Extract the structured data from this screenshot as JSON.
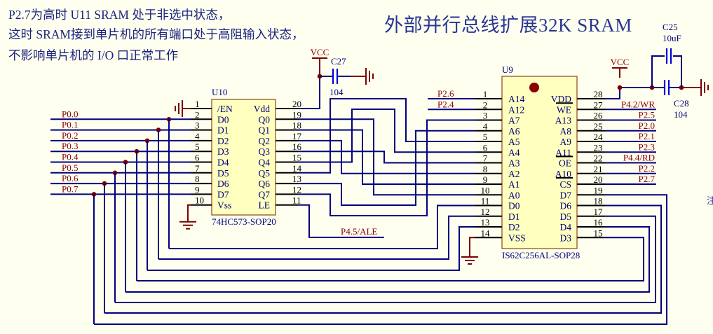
{
  "notes": [
    "P2.7为高时 U11 SRAM 处于非选中状态，",
    "这时 SRAM接到单片机的所有端口处于高阻输入状态，",
    "不影响单片机的 I/O 口正常工作"
  ],
  "title": "外部并行总线扩展32K SRAM",
  "edge_char": "注",
  "colors": {
    "background": "#fffff0",
    "wire": "#000080",
    "net_label": "#8b0000",
    "chip_fill": "#ffffc0",
    "chip_border": "#8b4513",
    "capacitor": "#0000dd",
    "power_symbol": "#7b0000"
  },
  "u10": {
    "ref": "U10",
    "part": "74HC573-SOP20",
    "left_pins": [
      {
        "num": "1",
        "name": "/EN"
      },
      {
        "num": "2",
        "name": "D0"
      },
      {
        "num": "3",
        "name": "D1"
      },
      {
        "num": "4",
        "name": "D2"
      },
      {
        "num": "5",
        "name": "D3"
      },
      {
        "num": "6",
        "name": "D4"
      },
      {
        "num": "7",
        "name": "D5"
      },
      {
        "num": "8",
        "name": "D6"
      },
      {
        "num": "9",
        "name": "D7"
      },
      {
        "num": "10",
        "name": "Vss"
      }
    ],
    "right_pins": [
      {
        "num": "20",
        "name": "Vdd"
      },
      {
        "num": "19",
        "name": "Q0"
      },
      {
        "num": "18",
        "name": "Q1"
      },
      {
        "num": "17",
        "name": "Q2"
      },
      {
        "num": "16",
        "name": "Q3"
      },
      {
        "num": "15",
        "name": "Q4"
      },
      {
        "num": "14",
        "name": "Q5"
      },
      {
        "num": "13",
        "name": "Q6"
      },
      {
        "num": "12",
        "name": "Q7"
      },
      {
        "num": "11",
        "name": "LE"
      }
    ]
  },
  "u9": {
    "ref": "U9",
    "part": "IS62C256AL-SOP28",
    "left_pins": [
      {
        "num": "1",
        "name": "A14"
      },
      {
        "num": "2",
        "name": "A12"
      },
      {
        "num": "3",
        "name": "A7"
      },
      {
        "num": "4",
        "name": "A6"
      },
      {
        "num": "5",
        "name": "A5"
      },
      {
        "num": "6",
        "name": "A4"
      },
      {
        "num": "7",
        "name": "A3"
      },
      {
        "num": "8",
        "name": "A2"
      },
      {
        "num": "9",
        "name": "A1"
      },
      {
        "num": "10",
        "name": "A0"
      },
      {
        "num": "11",
        "name": "D0"
      },
      {
        "num": "12",
        "name": "D1"
      },
      {
        "num": "13",
        "name": "D2"
      },
      {
        "num": "14",
        "name": "VSS"
      }
    ],
    "right_pins": [
      {
        "num": "28",
        "name": "VDD",
        "overline": false
      },
      {
        "num": "27",
        "name": "WE",
        "overline": true
      },
      {
        "num": "26",
        "name": "A13",
        "overline": false
      },
      {
        "num": "25",
        "name": "A8",
        "overline": false
      },
      {
        "num": "24",
        "name": "A9",
        "overline": false
      },
      {
        "num": "23",
        "name": "A11",
        "overline": false
      },
      {
        "num": "22",
        "name": "OE",
        "overline": true
      },
      {
        "num": "21",
        "name": "A10",
        "overline": false
      },
      {
        "num": "20",
        "name": "CS",
        "overline": true
      },
      {
        "num": "19",
        "name": "D7",
        "overline": false
      },
      {
        "num": "18",
        "name": "D6",
        "overline": false
      },
      {
        "num": "17",
        "name": "D5",
        "overline": false
      },
      {
        "num": "16",
        "name": "D4",
        "overline": false
      },
      {
        "num": "15",
        "name": "D3",
        "overline": false
      }
    ],
    "right_nets": [
      "",
      "P4.2/WR",
      "P2.5",
      "P2.0",
      "P2.1",
      "P2.3",
      "P4.4/RD",
      "P2.2",
      "P2.7",
      "",
      "",
      "",
      "",
      ""
    ],
    "left_nets": [
      "P2.6",
      "P2.4"
    ]
  },
  "p0_nets": [
    "P0.0",
    "P0.1",
    "P0.2",
    "P0.3",
    "P0.4",
    "P0.5",
    "P0.6",
    "P0.7"
  ],
  "ale_net": "P4.5/ALE",
  "power": {
    "vcc_label": "VCC"
  },
  "capacitors": {
    "c27": {
      "ref": "C27",
      "value": "104"
    },
    "c25": {
      "ref": "C25",
      "value": "10uF"
    },
    "c28": {
      "ref": "C28",
      "value": "104"
    }
  }
}
